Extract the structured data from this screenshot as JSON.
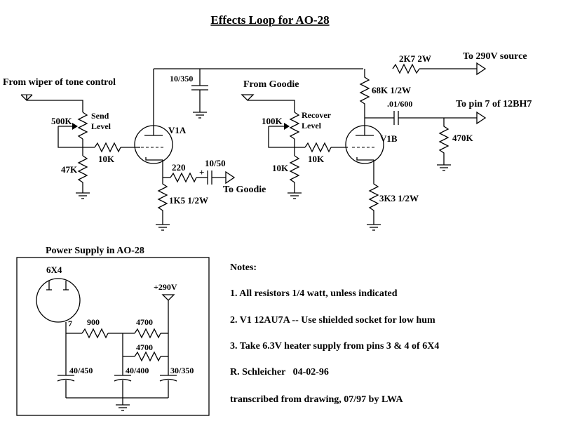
{
  "title": "Effects Loop for AO-28",
  "labels": {
    "from_wiper": "From wiper of tone control",
    "pot_500k": "500K",
    "send_level_1": "Send",
    "send_level_2": "Level",
    "r_47k": "47K",
    "r_10k_a": "10K",
    "v1a": "V1A",
    "c_10_350": "10/350",
    "r_220": "220",
    "c_10_50": "10/50",
    "plus": "+",
    "to_goodie": "To Goodie",
    "r_1k5": "1K5 1/2W",
    "from_goodie": "From Goodie",
    "pot_100k": "100K",
    "recover_level_1": "Recover",
    "recover_level_2": "Level",
    "r_10k_b": "10K",
    "r_10k_c": "10K",
    "r_68k": "68K 1/2W",
    "r_2k7": "2K7 2W",
    "to_290v": "To 290V source",
    "c_01_600": ".01/600",
    "to_pin7": "To pin 7 of 12BH7",
    "v1b": "V1B",
    "r_470k": "470K",
    "r_3k3": "3K3 1/2W"
  },
  "power_supply": {
    "title": "Power Supply in AO-28",
    "tube": "6X4",
    "pin": "7",
    "r_900": "900",
    "r_4700_a": "4700",
    "r_4700_b": "4700",
    "v_plus": "+290V",
    "c_40_450": "40/450",
    "c_40_400": "40/400",
    "c_30_350": "30/350"
  },
  "notes": {
    "heading": "Notes:",
    "items": [
      "1. All resistors 1/4 watt, unless indicated",
      "2. V1  12AU7A -- Use shielded socket for low hum",
      "3. Take 6.3V heater supply from pins 3 & 4 of 6X4",
      "R. Schleicher   04-02-96",
      "transcribed from drawing, 07/97 by LWA"
    ]
  }
}
